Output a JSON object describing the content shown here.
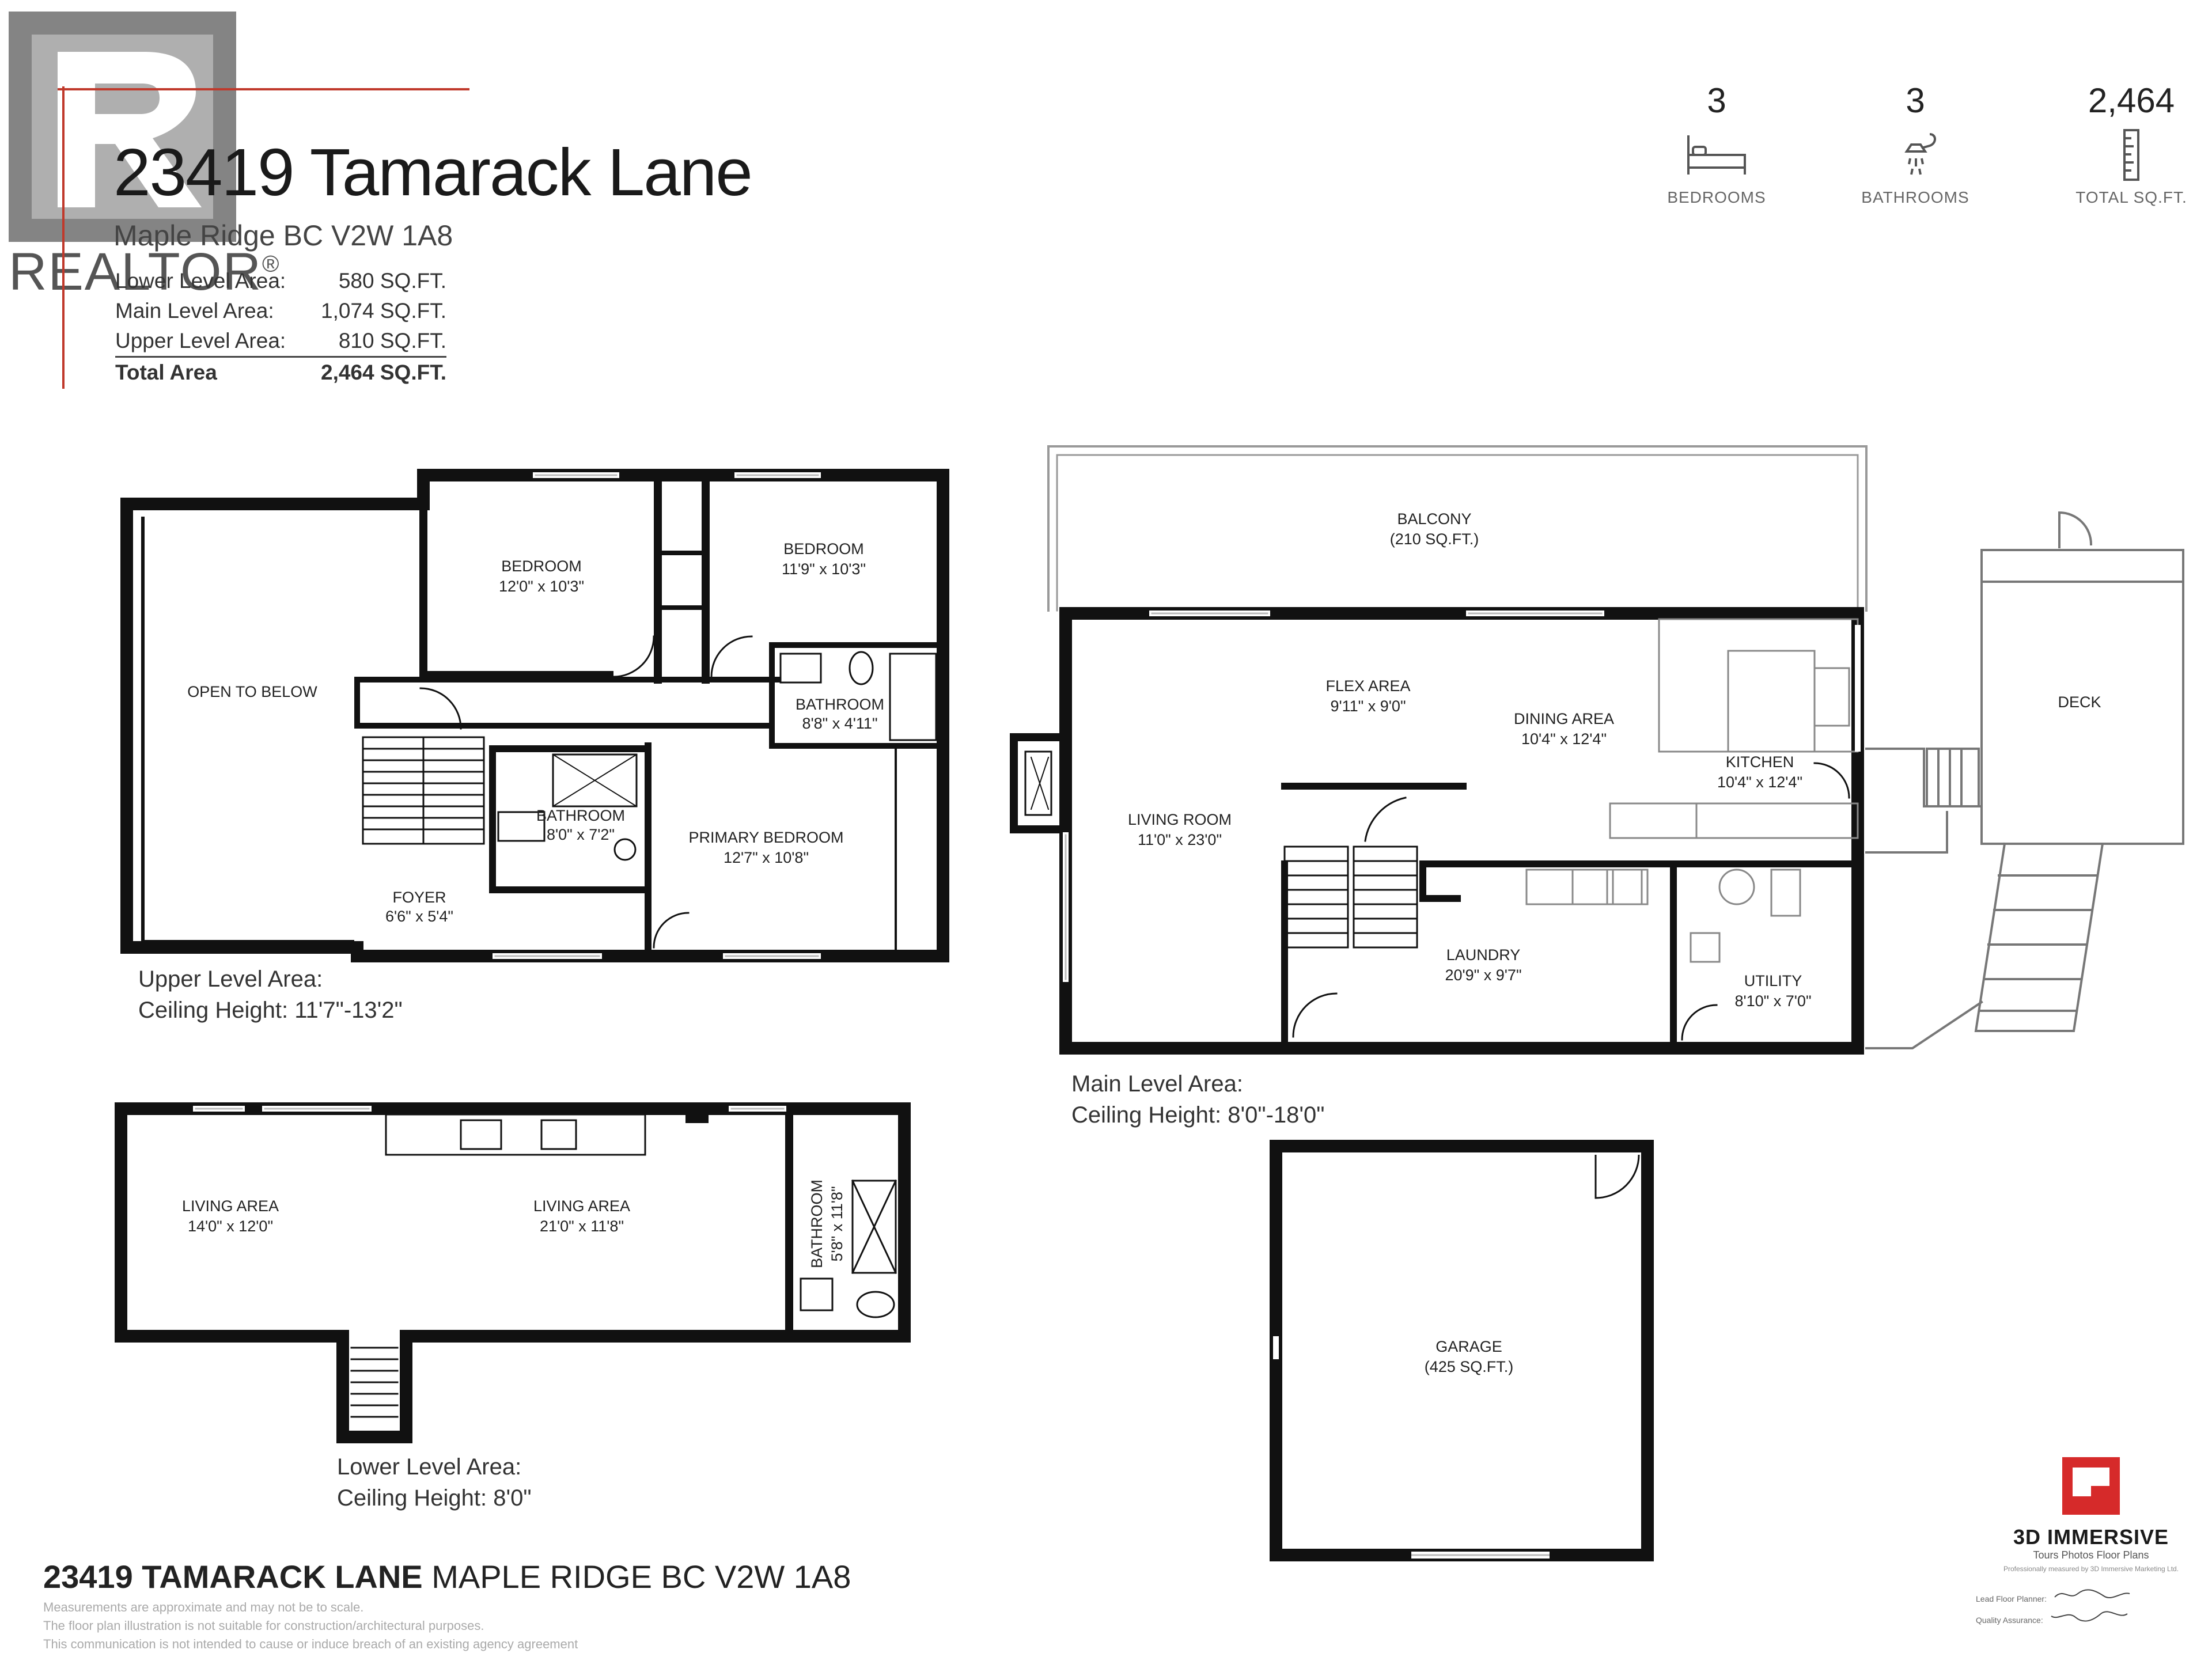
{
  "header": {
    "title": "23419 Tamarack Lane",
    "subtitle": "Maple Ridge BC V2W 1A8",
    "areas": [
      {
        "label": "Lower Level Area:",
        "value": "580 SQ.FT."
      },
      {
        "label": "Main Level Area:",
        "value": "1,074 SQ.FT."
      },
      {
        "label": "Upper Level Area:",
        "value": "810 SQ.FT."
      }
    ],
    "total": {
      "label": "Total Area",
      "value": "2,464 SQ.FT."
    }
  },
  "watermark": {
    "text": "REALTOR",
    "mark": "®"
  },
  "stats": [
    {
      "value": "3",
      "label": "BEDROOMS",
      "icon": "bed-icon"
    },
    {
      "value": "3",
      "label": "BATHROOMS",
      "icon": "shower-icon"
    },
    {
      "value": "2,464",
      "label": "TOTAL SQ.FT.",
      "icon": "ruler-icon"
    }
  ],
  "floors": {
    "upper": {
      "caption_line1": "Upper Level Area:",
      "caption_line2": "Ceiling Height: 11'7\"-13'2\"",
      "rooms": [
        {
          "name": "BEDROOM",
          "dim": "12'0\" x 10'3\""
        },
        {
          "name": "BEDROOM",
          "dim": "11'9\" x 10'3\""
        },
        {
          "name": "OPEN TO BELOW",
          "dim": ""
        },
        {
          "name": "BATHROOM",
          "dim": "8'8\" x 4'11\""
        },
        {
          "name": "BATHROOM",
          "dim": "8'0\" x 7'2\""
        },
        {
          "name": "PRIMARY BEDROOM",
          "dim": "12'7\" x 10'8\""
        },
        {
          "name": "FOYER",
          "dim": "6'6\" x 5'4\""
        }
      ]
    },
    "main": {
      "caption_line1": "Main Level Area:",
      "caption_line2": "Ceiling Height: 8'0\"-18'0\"",
      "rooms": [
        {
          "name": "BALCONY",
          "dim": "(210 SQ.FT.)"
        },
        {
          "name": "FLEX AREA",
          "dim": "9'11\" x 9'0\""
        },
        {
          "name": "DINING AREA",
          "dim": "10'4\" x 12'4\""
        },
        {
          "name": "KITCHEN",
          "dim": "10'4\" x 12'4\""
        },
        {
          "name": "LIVING ROOM",
          "dim": "11'0\" x 23'0\""
        },
        {
          "name": "LAUNDRY",
          "dim": "20'9\" x 9'7\""
        },
        {
          "name": "UTILITY",
          "dim": "8'10\" x 7'0\""
        },
        {
          "name": "DECK",
          "dim": ""
        }
      ]
    },
    "lower": {
      "caption_line1": "Lower Level Area:",
      "caption_line2": "Ceiling Height: 8'0\"",
      "rooms": [
        {
          "name": "LIVING AREA",
          "dim": "14'0\" x 12'0\""
        },
        {
          "name": "LIVING AREA",
          "dim": "21'0\" x 11'8\""
        },
        {
          "name": "BATHROOM",
          "dim": "5'8\" x 11'8\""
        }
      ]
    },
    "garage": {
      "rooms": [
        {
          "name": "GARAGE",
          "dim": "(425 SQ.FT.)"
        }
      ]
    }
  },
  "footer": {
    "address_bold": "23419 TAMARACK LANE",
    "address_rest": "MAPLE RIDGE BC V2W 1A8",
    "disclaimer": [
      "Measurements are approximate and may not be to scale.",
      "The floor plan illustration is not suitable for construction/architectural purposes.",
      "This communication is not intended to cause or induce breach of an existing agency agreement"
    ]
  },
  "brand": {
    "name": "3D IMMERSIVE",
    "tagline": "Tours  Photos  Floor Plans",
    "small": "Professionally measured by 3D Immersive Marketing Ltd.",
    "lead_label": "Lead Floor Planner:",
    "qa_label": "Quality Assurance:",
    "accent": "#d62a2a"
  }
}
